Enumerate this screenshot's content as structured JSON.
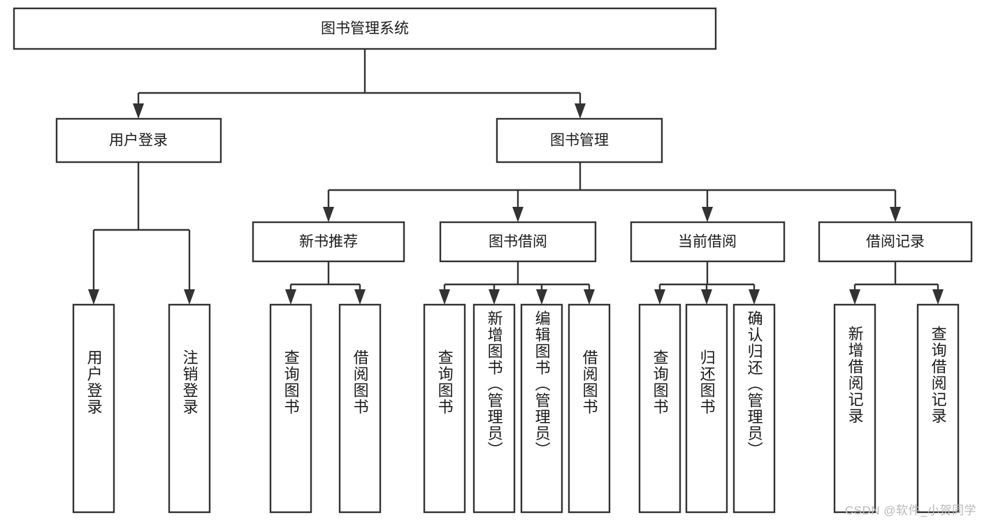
{
  "diagram": {
    "title": "图书管理系统",
    "type": "tree",
    "orientation": "top-down",
    "colors": {
      "stroke": "#333333",
      "box_fill": "#ffffff",
      "text": "#1b1b1b",
      "background": "#ffffff",
      "watermark": "#b9b9b9"
    },
    "root": {
      "label": "图书管理系统"
    },
    "level2": [
      {
        "label": "用户登录"
      },
      {
        "label": "图书管理"
      }
    ],
    "level3": [
      {
        "label": "新书推荐"
      },
      {
        "label": "图书借阅"
      },
      {
        "label": "当前借阅"
      },
      {
        "label": "借阅记录"
      }
    ],
    "leaves": {
      "user_login": [
        {
          "label": "用户登录"
        },
        {
          "label": "注销登录"
        }
      ],
      "new_book_recommend": [
        {
          "label": "查询图书"
        },
        {
          "label": "借阅图书"
        }
      ],
      "book_borrow": [
        {
          "label": "查询图书"
        },
        {
          "label": "新增图书（管理员）"
        },
        {
          "label": "编辑图书（管理员）"
        },
        {
          "label": "借阅图书"
        }
      ],
      "current_borrow": [
        {
          "label": "查询图书"
        },
        {
          "label": "归还图书"
        },
        {
          "label": "确认归还（管理员）"
        }
      ],
      "borrow_record": [
        {
          "label": "新增借阅记录"
        },
        {
          "label": "查询借阅记录"
        }
      ]
    }
  },
  "watermark": {
    "text": "CSDN @软件_小贺同学"
  }
}
